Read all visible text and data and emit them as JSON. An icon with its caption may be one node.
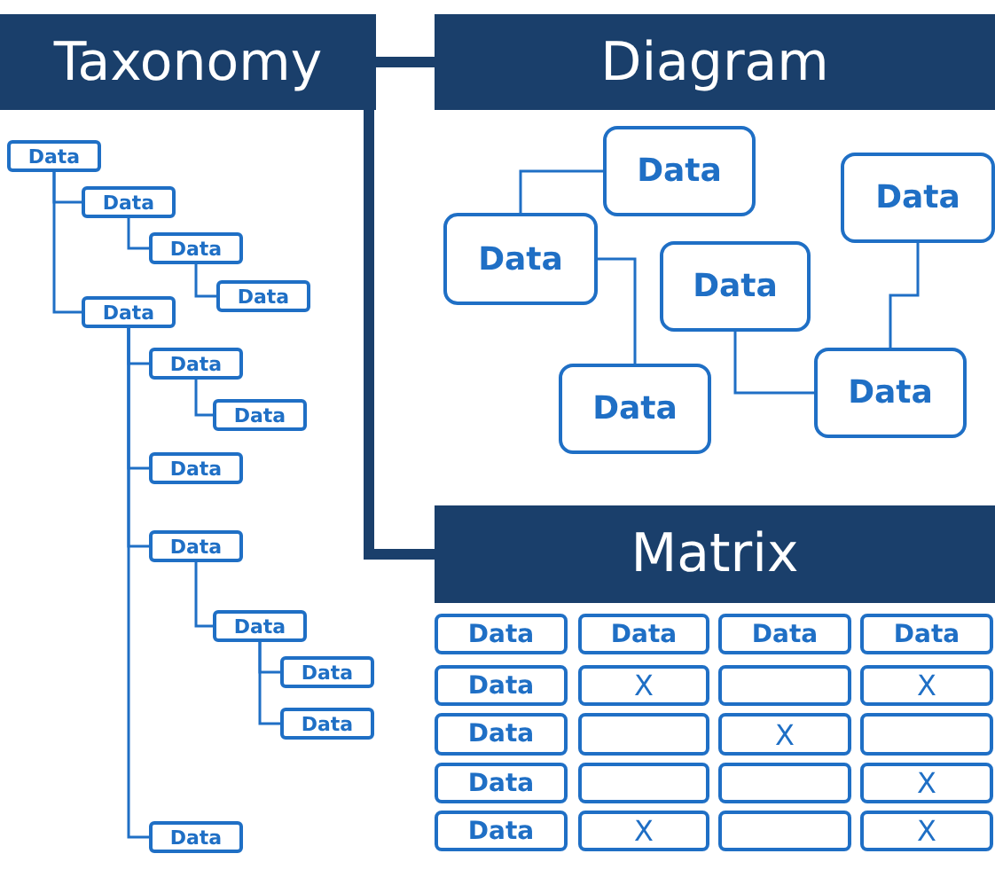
{
  "diagram": {
    "nodes": [
      {
        "text": [
          "Taxonomy"
        ]
      },
      {
        "text": [
          "Diagram"
        ]
      },
      {
        "text": [
          "Matrix"
        ]
      },
      {
        "text": [
          "Data"
        ]
      },
      {
        "text": [
          "Data"
        ]
      },
      {
        "text": [
          "Data"
        ]
      },
      {
        "text": [
          "Data"
        ]
      },
      {
        "text": [
          "Data"
        ]
      },
      {
        "text": [
          "Data"
        ]
      },
      {
        "text": [
          "Data"
        ]
      },
      {
        "text": [
          "Data"
        ]
      },
      {
        "text": [
          "Data"
        ]
      },
      {
        "text": [
          "Data"
        ]
      },
      {
        "text": [
          "Data"
        ]
      },
      {
        "text": [
          "Data"
        ]
      },
      {
        "text": [
          "Data"
        ]
      },
      {
        "text": [
          "Data"
        ]
      },
      {
        "text": [
          "Data"
        ]
      },
      {
        "text": [
          "Data"
        ]
      },
      {
        "text": [
          "Data"
        ]
      },
      {
        "text": [
          "Data"
        ]
      },
      {
        "text": [
          "Data"
        ]
      },
      {
        "text": [
          "Data"
        ]
      },
      {
        "text": [
          "Data"
        ]
      },
      {
        "text": [
          "Data"
        ]
      },
      {
        "text": [
          "Data"
        ]
      },
      {
        "text": [
          "Data"
        ]
      },
      {
        "text": [
          "X"
        ]
      },
      {
        "text": [],
        "shape": "box"
      },
      {
        "text": [
          "X"
        ]
      },
      {
        "text": [
          "Data"
        ]
      },
      {
        "text": [],
        "shape": "box"
      },
      {
        "text": [
          "X"
        ]
      },
      {
        "text": [],
        "shape": "box"
      },
      {
        "text": [
          "Data"
        ]
      },
      {
        "text": [],
        "shape": "box"
      },
      {
        "text": [],
        "shape": "box"
      },
      {
        "text": [
          "X"
        ]
      },
      {
        "text": [
          "Data"
        ]
      },
      {
        "text": [
          "X"
        ]
      },
      {
        "text": [],
        "shape": "box"
      },
      {
        "text": [
          "X"
        ]
      }
    ],
    "edges": [
      {
        "from": 0,
        "to": 1,
        "arrow": "none",
        "style": "thick",
        "color": "#1a3f6b"
      },
      {
        "from": 0,
        "to": 2,
        "arrow": "none",
        "style": "thick",
        "color": "#1a3f6b"
      },
      {
        "from": 3,
        "to": 4,
        "arrow": "none"
      },
      {
        "from": 4,
        "to": 5,
        "arrow": "none"
      },
      {
        "from": 5,
        "to": 6,
        "arrow": "none"
      },
      {
        "from": 3,
        "to": 7,
        "arrow": "none"
      },
      {
        "from": 7,
        "to": 8,
        "arrow": "none"
      },
      {
        "from": 8,
        "to": 9,
        "arrow": "none"
      },
      {
        "from": 7,
        "to": 10,
        "arrow": "none"
      },
      {
        "from": 7,
        "to": 11,
        "arrow": "none"
      },
      {
        "from": 11,
        "to": 12,
        "arrow": "none"
      },
      {
        "from": 12,
        "to": 13,
        "arrow": "none"
      },
      {
        "from": 12,
        "to": 14,
        "arrow": "none"
      },
      {
        "from": 7,
        "to": 15,
        "arrow": "none"
      },
      {
        "from": 16,
        "to": 17,
        "arrow": "none"
      },
      {
        "from": 17,
        "to": 20,
        "arrow": "none"
      },
      {
        "from": 18,
        "to": 21,
        "arrow": "none"
      },
      {
        "from": 19,
        "to": 21,
        "arrow": "none"
      }
    ]
  }
}
